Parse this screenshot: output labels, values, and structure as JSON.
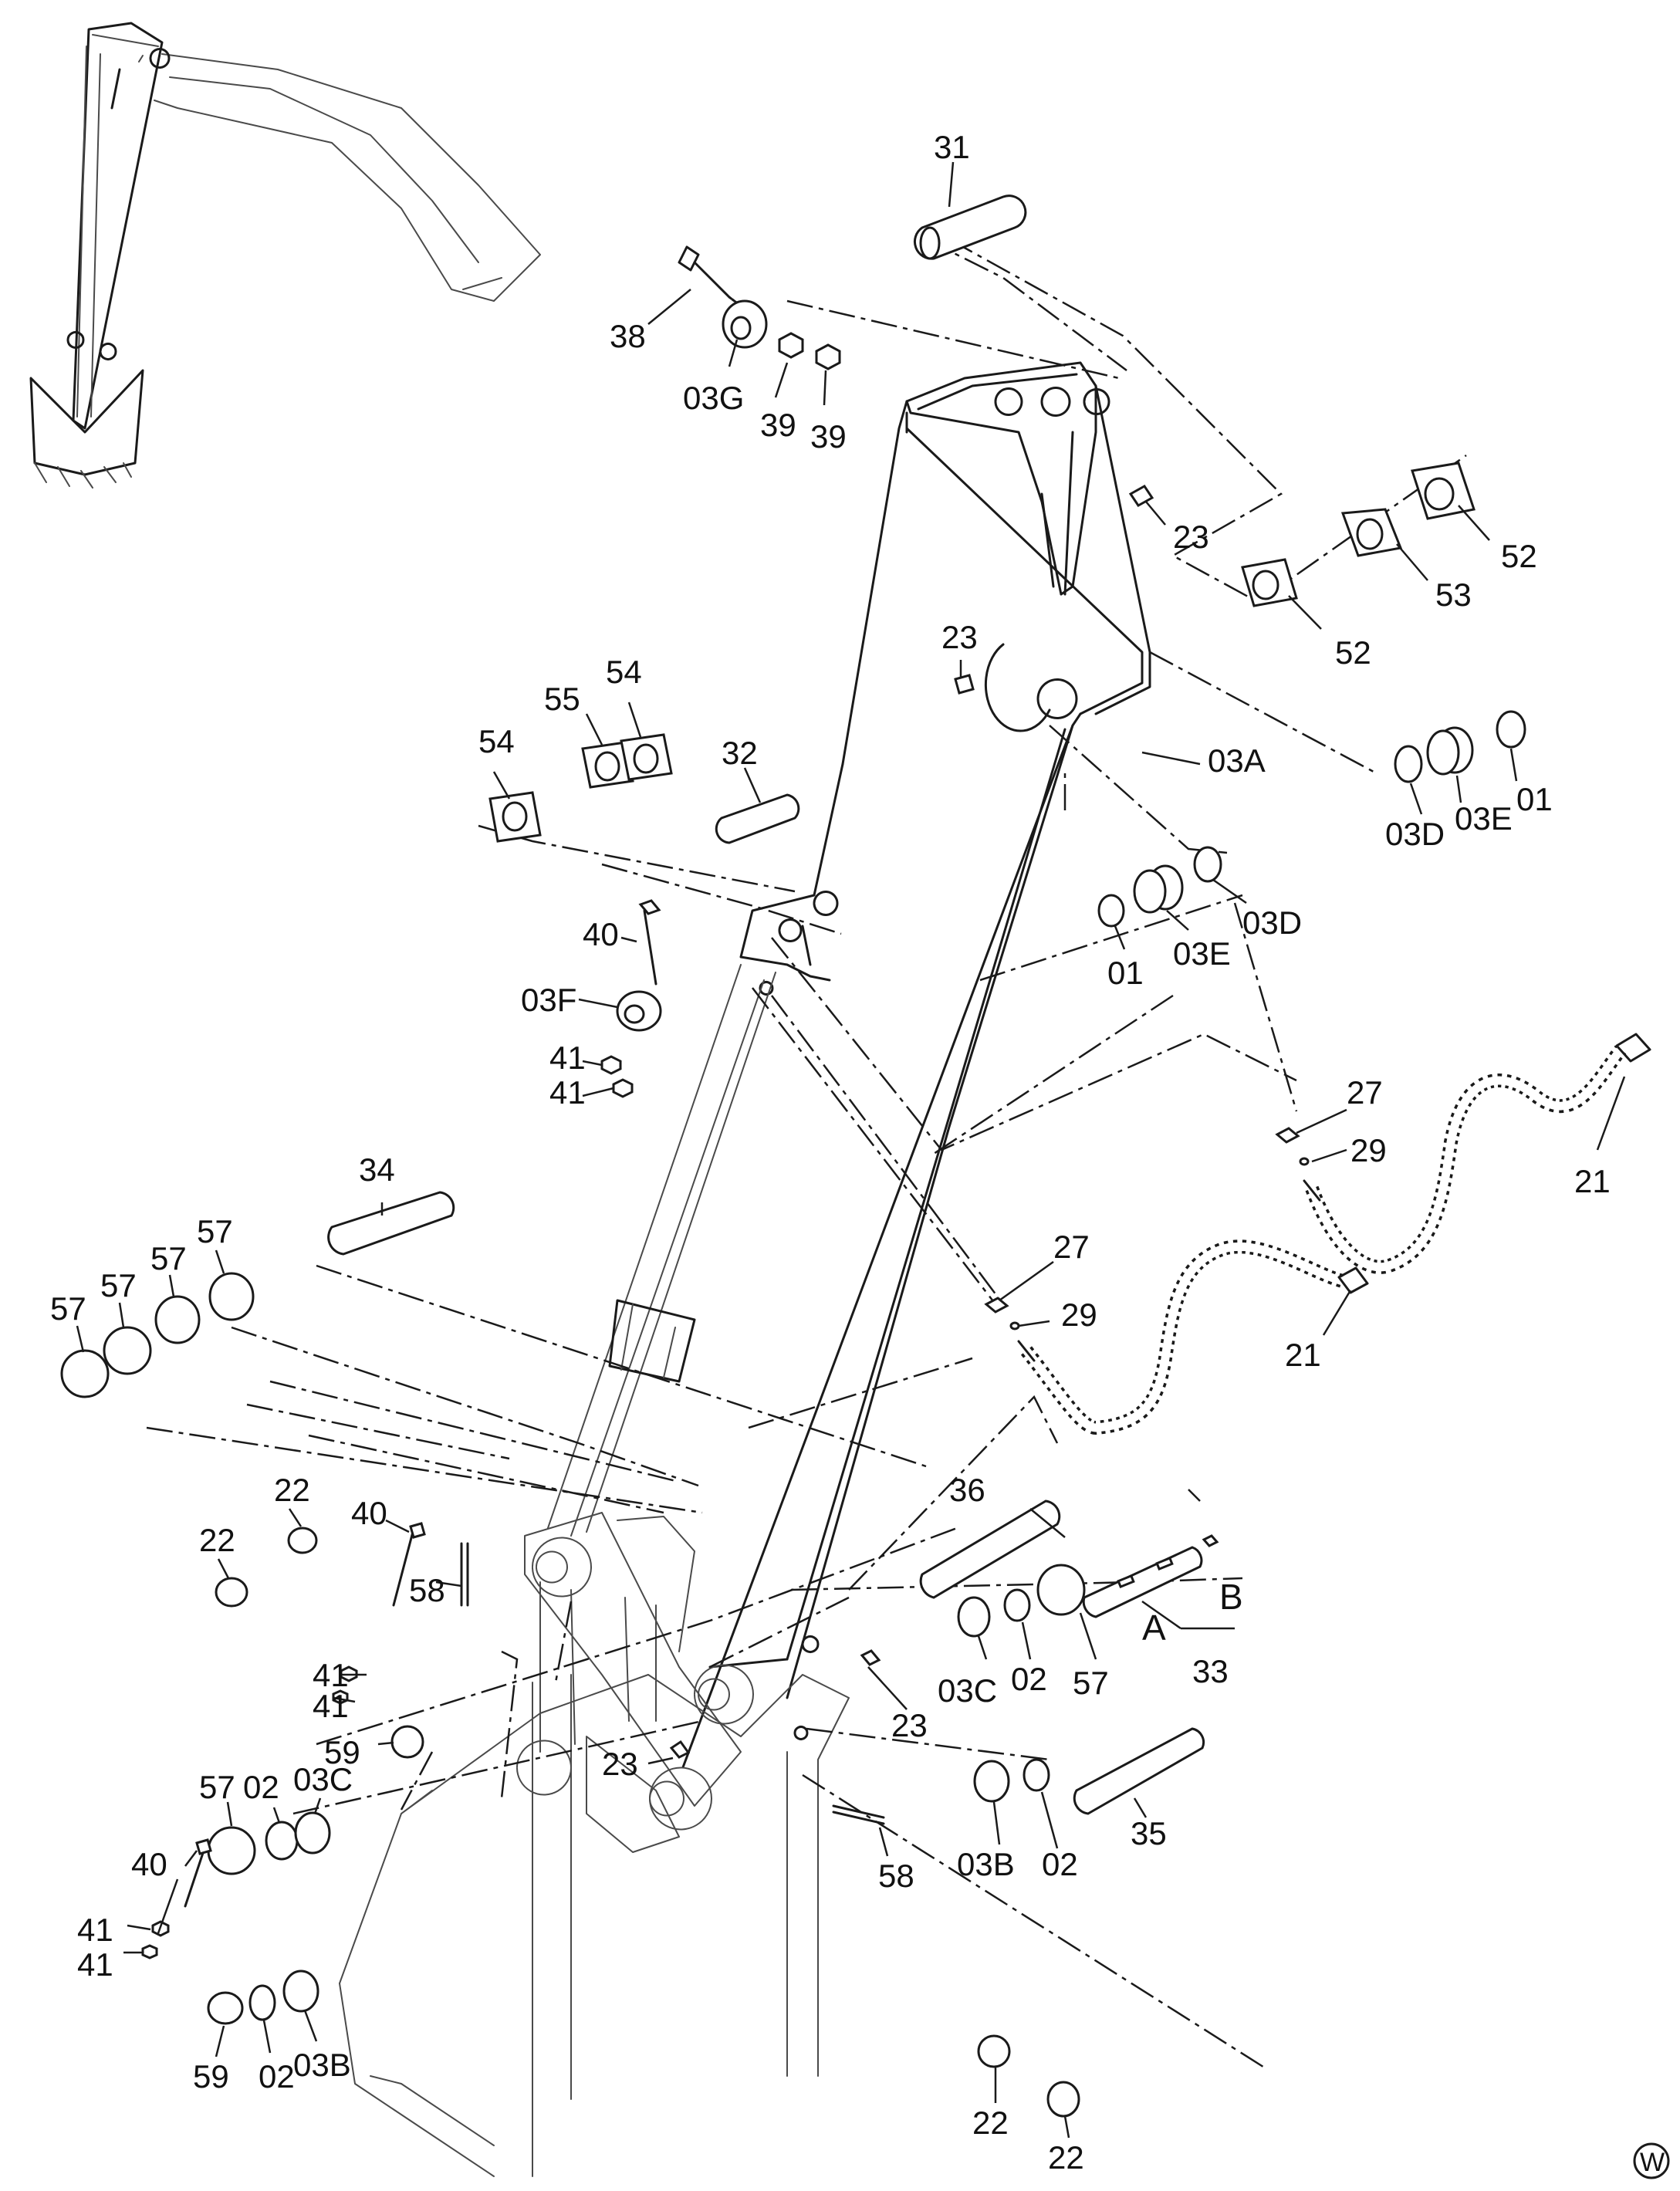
{
  "labels": {
    "p31": "31",
    "p38": "38",
    "p03G": "03G",
    "p39a": "39",
    "p39b": "39",
    "p23a": "23",
    "p52a": "52",
    "p53": "53",
    "p52b": "52",
    "p23b": "23",
    "p03A": "03A",
    "p03D_a": "03D",
    "p03E_a": "03E",
    "p01_a": "01",
    "p54a": "54",
    "p55": "55",
    "p54b": "54",
    "p32": "32",
    "p40a": "40",
    "p03F": "03F",
    "p41a": "41",
    "p41b": "41",
    "p01_b": "01",
    "p03E_b": "03E",
    "p03D_b": "03D",
    "p27a": "27",
    "p29a": "29",
    "p21a": "21",
    "p34": "34",
    "p57a": "57",
    "p57b": "57",
    "p57c": "57",
    "p57d": "57",
    "p27b": "27",
    "p29b": "29",
    "p21b": "21",
    "p22a": "22",
    "p22b": "22",
    "p40b": "40",
    "p58a": "58",
    "p41c": "41",
    "p41d": "41",
    "p59a": "59",
    "p36": "36",
    "pA": "A",
    "pB": "B",
    "p33": "33",
    "p03C_a": "03C",
    "p02_a": "02",
    "p57e": "57",
    "p23c": "23",
    "p23d": "23",
    "p03B_a": "03B",
    "p02_b": "02",
    "p35": "35",
    "p57f": "57",
    "p02_c": "02",
    "p03C_b": "03C",
    "p40c": "40",
    "p41e": "41",
    "p41f": "41",
    "p58b": "58",
    "p22c": "22",
    "p22d": "22",
    "p59b": "59",
    "p02_d": "02",
    "p03B_b": "03B",
    "corner": "W"
  }
}
